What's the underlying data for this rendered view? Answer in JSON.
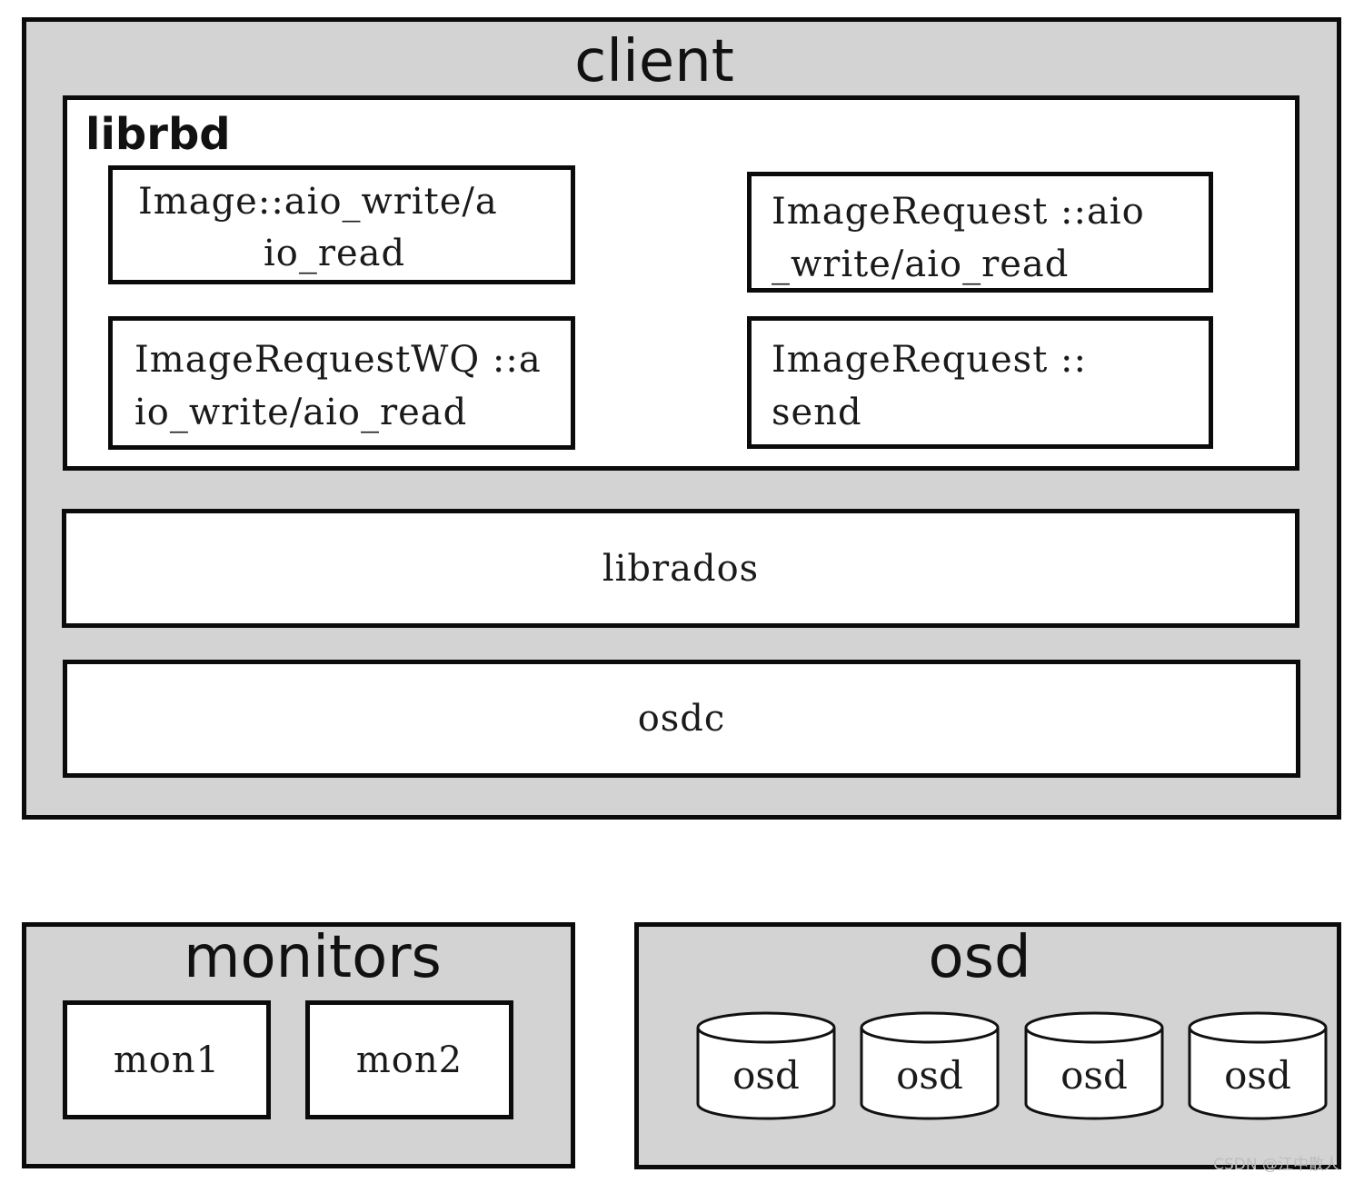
{
  "client": {
    "title": "client",
    "librbd": {
      "title": "librbd",
      "boxes": [
        {
          "lines": [
            "Image::aio_write/a",
            "io_read"
          ]
        },
        {
          "lines": [
            "ImageRequest ::aio",
            "_write/aio_read"
          ]
        },
        {
          "lines": [
            "ImageRequestWQ ::a",
            "io_write/aio_read"
          ]
        },
        {
          "lines": [
            "ImageRequest ::",
            "send"
          ]
        }
      ]
    },
    "librados": "librados",
    "osdc": "osdc"
  },
  "monitors": {
    "title": "monitors",
    "items": [
      "mon1",
      "mon2"
    ]
  },
  "osd": {
    "title": "osd",
    "disks": [
      "osd",
      "osd",
      "osd",
      "osd"
    ]
  },
  "watermark": "CSDN @江中散人",
  "colors": {
    "panel_fill": "#d3d3d3",
    "border": "#0b0b0b",
    "box_fill": "#ffffff"
  }
}
